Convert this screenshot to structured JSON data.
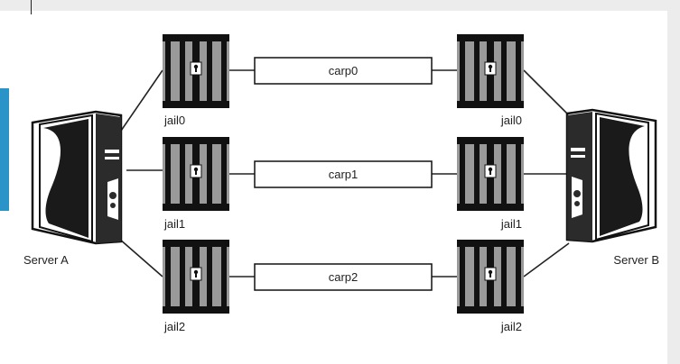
{
  "server_a": {
    "label": "Server A"
  },
  "server_b": {
    "label": "Server B"
  },
  "rows": [
    {
      "left_jail": "jail0",
      "carp": "carp0",
      "right_jail": "jail0"
    },
    {
      "left_jail": "jail1",
      "carp": "carp1",
      "right_jail": "jail1"
    },
    {
      "left_jail": "jail2",
      "carp": "carp2",
      "right_jail": "jail2"
    }
  ],
  "icons": {
    "server": "tower-server-icon",
    "jail": "jail-cell-icon"
  },
  "colors": {
    "accent": "#2a94c9",
    "line": "#222222"
  }
}
